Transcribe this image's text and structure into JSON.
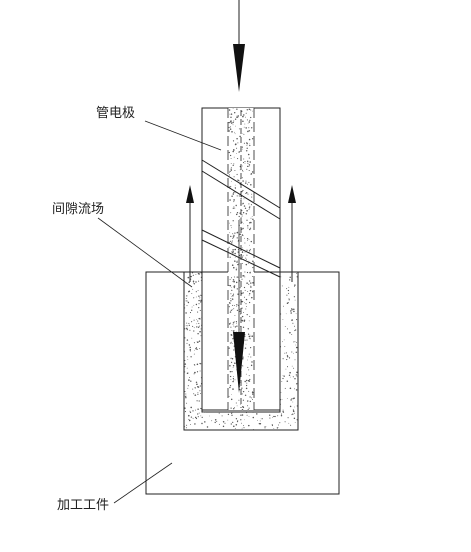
{
  "diagram": {
    "labels": {
      "electrode": "管电极",
      "gap_flow": "间隙流场",
      "workpiece": "加工工件"
    },
    "colors": {
      "line": "#222222",
      "fill": "#ffffff",
      "dots": "#555555"
    }
  }
}
